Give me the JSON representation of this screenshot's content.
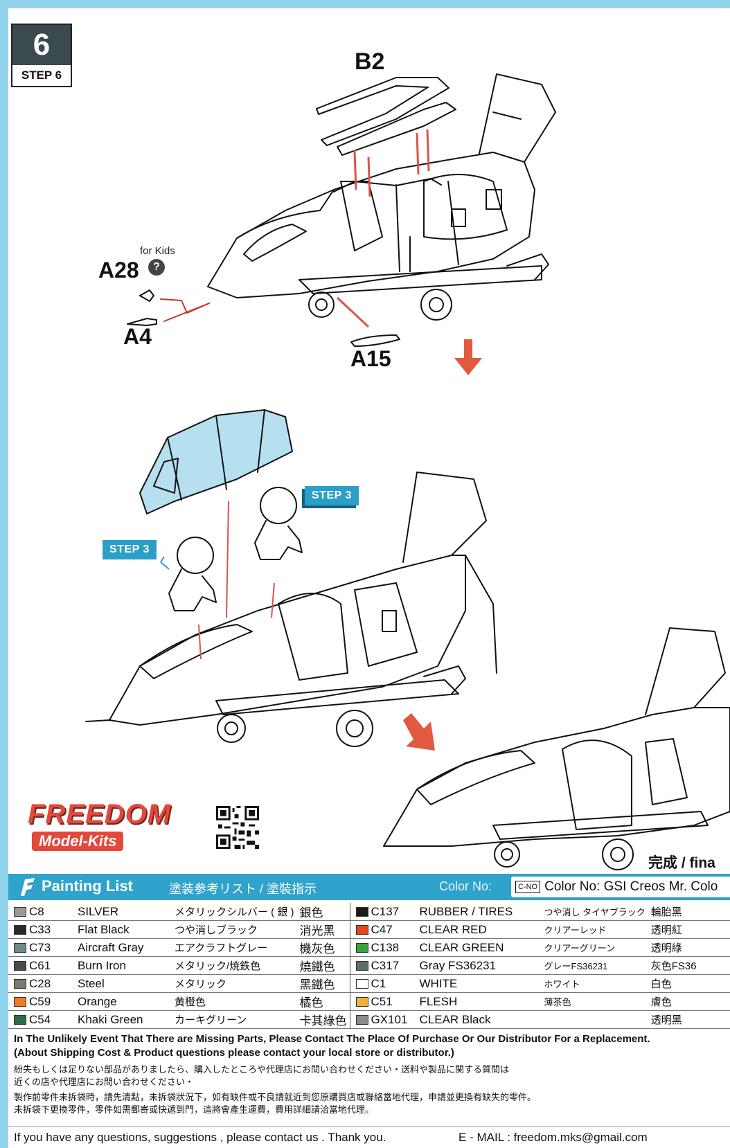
{
  "step": {
    "number": "6",
    "label": "STEP 6"
  },
  "parts": {
    "b2": "B2",
    "a28": "A28",
    "a4": "A4",
    "a15": "A15"
  },
  "for_kids": "for Kids",
  "question_mark": "?",
  "step_refs": {
    "upper": "STEP 3",
    "lower": "STEP 3"
  },
  "finish_label": "完成 / fina",
  "brand": {
    "name": "FREEDOM",
    "sub": "Model-Kits"
  },
  "painting_list": {
    "title": "Painting List",
    "subtitle": "塗装参考リスト / 塗裝指示",
    "color_no_label": "Color No:",
    "cno_box": "C-NO",
    "creos": "Color No: GSI Creos Mr. Colo",
    "left": [
      {
        "color": "#9a9a9a",
        "code": "C8",
        "en": "SILVER",
        "jp": "メタリックシルバー ( 銀 )",
        "zh": "銀色"
      },
      {
        "color": "#2a2a2a",
        "code": "C33",
        "en": "Flat Black",
        "jp": "つや消しブラック",
        "zh": "消光黑"
      },
      {
        "color": "#6f8a8c",
        "code": "C73",
        "en": "Aircraft Gray",
        "jp": "エアクラフトグレー",
        "zh": "機灰色"
      },
      {
        "color": "#4a4a4a",
        "code": "C61",
        "en": "Burn Iron",
        "jp": "メタリック/焼鉄色",
        "zh": "燒鐵色"
      },
      {
        "color": "#7a7a70",
        "code": "C28",
        "en": "Steel",
        "jp": "メタリック",
        "zh": "黑鐵色"
      },
      {
        "color": "#f07a28",
        "code": "C59",
        "en": "Orange",
        "jp": "黄橙色",
        "zh": "橘色"
      },
      {
        "color": "#2f6b4a",
        "code": "C54",
        "en": "Khaki Green",
        "jp": "カーキグリーン",
        "zh": "卡其綠色"
      }
    ],
    "right": [
      {
        "color": "#1a1a1a",
        "code": "C137",
        "en": "RUBBER / TIRES",
        "jp": "つや消し タイヤブラック",
        "zh": "輪胎黑"
      },
      {
        "color": "#e2451f",
        "code": "C47",
        "en": "CLEAR RED",
        "jp": "クリアーレッド",
        "zh": "透明紅"
      },
      {
        "color": "#3aa23c",
        "code": "C138",
        "en": "CLEAR GREEN",
        "jp": "クリアーグリーン",
        "zh": "透明綠"
      },
      {
        "color": "#5b6f66",
        "code": "C317",
        "en": "Gray FS36231",
        "jp": "グレーFS36231",
        "zh": "灰色FS36"
      },
      {
        "color": "#ffffff",
        "code": "C1",
        "en": "WHITE",
        "jp": "ホワイト",
        "zh": "白色"
      },
      {
        "color": "#f0b23a",
        "code": "C51",
        "en": "FLESH",
        "jp": "薄茶色",
        "zh": "膚色"
      },
      {
        "color": "#8a8a8a",
        "code": "GX101",
        "en": "CLEAR Black",
        "jp": "",
        "zh": "透明黑"
      }
    ]
  },
  "footer": {
    "line1": "In The Unlikely Event That There are Missing Parts, Please Contact The Place Of Purchase Or Our Distributor For a Replacement.",
    "line2": "(About Shipping Cost & Product questions please contact your local store or distributor.)",
    "line3": "紛失もしくは足りない部品がありましたら、購入したところや代理店にお問い合わせください・送料や製品に関する質問は",
    "line4": "近くの店や代理店にお問い合わせください・",
    "line5": "製作前零件未拆袋時，請先清點，未拆袋狀況下，如有缺件或不良請就近到您原購買店或聯絡當地代理，申請並更換有缺失的零件。",
    "line6": "未拆袋下更換零件，零件如需郵寄或快遞到門，這將會產生運費，費用詳細請洽當地代理。",
    "contact": "If you have any questions, suggestions , please contact us . Thank you.",
    "email_label": "E - MAIL : freedom.mks@gmail.com"
  }
}
